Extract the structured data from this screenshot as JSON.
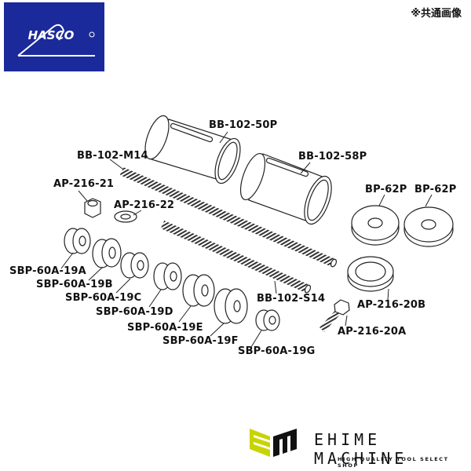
{
  "header": {
    "logo_text": "HASCO",
    "logo_mark": "®",
    "note": "※共通画像"
  },
  "parts": [
    {
      "id": "bb-102-50p",
      "label": "BB-102-50P"
    },
    {
      "id": "bb-102-58p",
      "label": "BB-102-58P"
    },
    {
      "id": "bb-102-m14",
      "label": "BB-102-M14"
    },
    {
      "id": "ap-216-21",
      "label": "AP-216-21"
    },
    {
      "id": "ap-216-22",
      "label": "AP-216-22"
    },
    {
      "id": "bp-62p-1",
      "label": "BP-62P"
    },
    {
      "id": "bp-62p-2",
      "label": "BP-62P"
    },
    {
      "id": "sbp-60a-19a",
      "label": "SBP-60A-19A"
    },
    {
      "id": "sbp-60a-19b",
      "label": "SBP-60A-19B"
    },
    {
      "id": "sbp-60a-19c",
      "label": "SBP-60A-19C"
    },
    {
      "id": "sbp-60a-19d",
      "label": "SBP-60A-19D"
    },
    {
      "id": "sbp-60a-19e",
      "label": "SBP-60A-19E"
    },
    {
      "id": "sbp-60a-19f",
      "label": "SBP-60A-19F"
    },
    {
      "id": "sbp-60a-19g",
      "label": "SBP-60A-19G"
    },
    {
      "id": "bb-102-s14",
      "label": "BB-102-S14"
    },
    {
      "id": "ap-216-20b",
      "label": "AP-216-20B"
    },
    {
      "id": "ap-216-20a",
      "label": "AP-216-20A"
    }
  ],
  "footer": {
    "brand_name": "EHIME MACHINE",
    "tagline": "HIGH QUALITY TOOL SELECT SHOP",
    "colors": {
      "accent": "#c8d400",
      "dark": "#111111"
    }
  },
  "colors": {
    "logo_bg": "#1b2a9a"
  }
}
